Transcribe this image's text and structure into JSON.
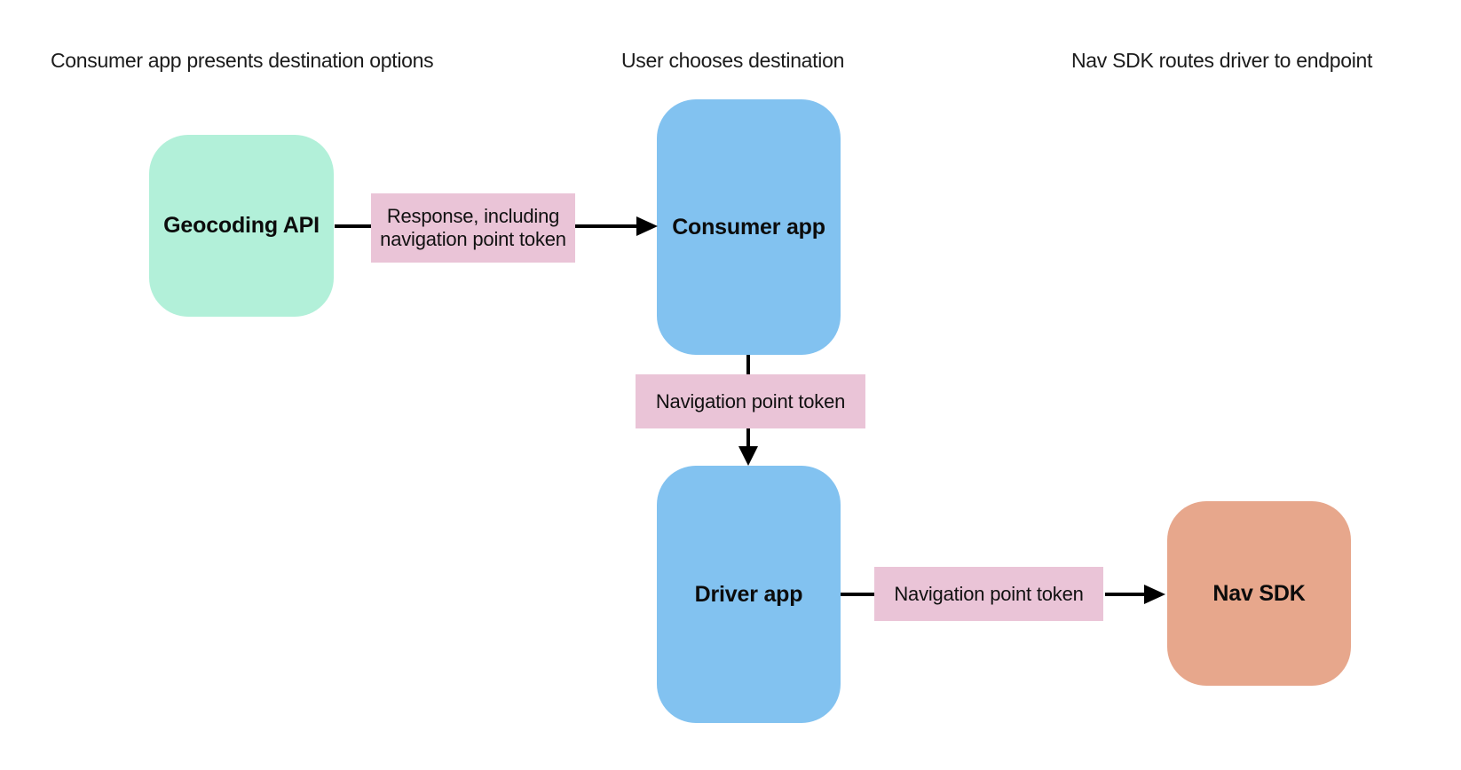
{
  "diagram": {
    "background": "#ffffff",
    "line_color": "#000000",
    "edge_label_fill": "#eac4d7",
    "headers": [
      "Consumer app presents destination options",
      "User chooses destination",
      "Nav SDK routes driver to endpoint"
    ],
    "nodes": {
      "geocoding": {
        "label": "Geocoding API",
        "fill": "#b2f0d9"
      },
      "consumer": {
        "label": "Consumer app",
        "fill": "#82c2f0"
      },
      "driver": {
        "label": "Driver app",
        "fill": "#82c2f0"
      },
      "navsdk": {
        "label": "Nav SDK",
        "fill": "#e7a78c"
      }
    },
    "edges": [
      {
        "from": "Geocoding API",
        "to": "Consumer app",
        "label": "Response, including navigation point token"
      },
      {
        "from": "Consumer app",
        "to": "Driver app",
        "label": "Navigation point token"
      },
      {
        "from": "Driver app",
        "to": "Nav SDK",
        "label": "Navigation point token"
      }
    ]
  }
}
